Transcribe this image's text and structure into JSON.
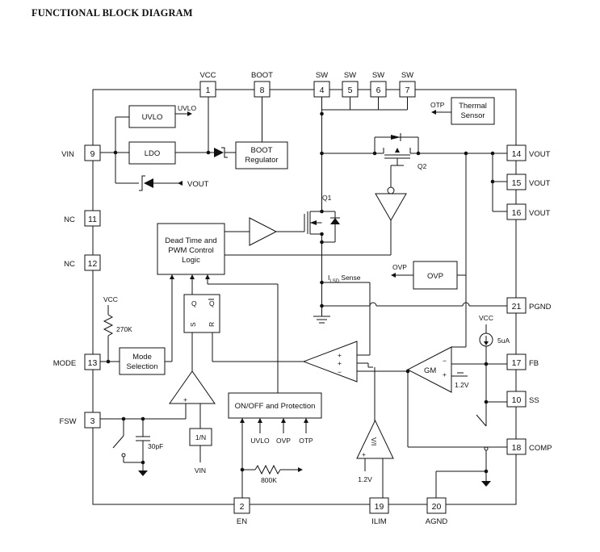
{
  "title": "FUNCTIONAL BLOCK DIAGRAM",
  "pins": {
    "vcc": {
      "num": "1",
      "name": "VCC"
    },
    "boot": {
      "num": "8",
      "name": "BOOT"
    },
    "sw4": {
      "num": "4",
      "name": "SW"
    },
    "sw5": {
      "num": "5",
      "name": "SW"
    },
    "sw6": {
      "num": "6",
      "name": "SW"
    },
    "sw7": {
      "num": "7",
      "name": "SW"
    },
    "vin": {
      "num": "9",
      "name": "VIN"
    },
    "nc11": {
      "num": "11",
      "name": "NC"
    },
    "nc12": {
      "num": "12",
      "name": "NC"
    },
    "mode": {
      "num": "13",
      "name": "MODE"
    },
    "fsw": {
      "num": "3",
      "name": "FSW"
    },
    "en": {
      "num": "2",
      "name": "EN"
    },
    "ilim": {
      "num": "19",
      "name": "ILIM"
    },
    "agnd": {
      "num": "20",
      "name": "AGND"
    },
    "vout14": {
      "num": "14",
      "name": "VOUT"
    },
    "vout15": {
      "num": "15",
      "name": "VOUT"
    },
    "vout16": {
      "num": "16",
      "name": "VOUT"
    },
    "pgnd": {
      "num": "21",
      "name": "PGND"
    },
    "fb": {
      "num": "17",
      "name": "FB"
    },
    "ss": {
      "num": "10",
      "name": "SS"
    },
    "comp": {
      "num": "18",
      "name": "COMP"
    }
  },
  "blocks": {
    "uvlo": "UVLO",
    "ldo": "LDO",
    "boot_reg_1": "BOOT",
    "boot_reg_2": "Regulator",
    "thermal_1": "Thermal",
    "thermal_2": "Sensor",
    "deadtime_1": "Dead Time and",
    "deadtime_2": "PWM Control",
    "deadtime_3": "Logic",
    "mode_sel_1": "Mode",
    "mode_sel_2": "Selection",
    "onoff": "ON/OFF and Protection",
    "ovp": "OVP",
    "one_n": "1/N",
    "gm": "GM",
    "v_i": "V/I"
  },
  "labels": {
    "uvlo_out": "UVLO",
    "vout_ldo": "VOUT",
    "otp": "OTP",
    "q1": "Q1",
    "q2": "Q2",
    "isd_sense_i": "I",
    "isd_sense_sub": "LSD",
    "isd_sense_rest": " Sense",
    "ovp_out": "OVP",
    "vcc_res": "VCC",
    "r270k": "270K",
    "vcc_src": "VCC",
    "i5ua": "5uA",
    "v12_gm": "1.2V",
    "cap30p": "30pF",
    "vin_bot": "VIN",
    "r800k": "800K",
    "v12_ilim": "1.2V",
    "onoff_uvlo": "UVLO",
    "onoff_ovp": "OVP",
    "onoff_otp": "OTP",
    "sr_q": "Q",
    "sr_qbar": "Q",
    "sr_s": "S",
    "sr_r": "R",
    "plus": "+",
    "minus": "−"
  }
}
